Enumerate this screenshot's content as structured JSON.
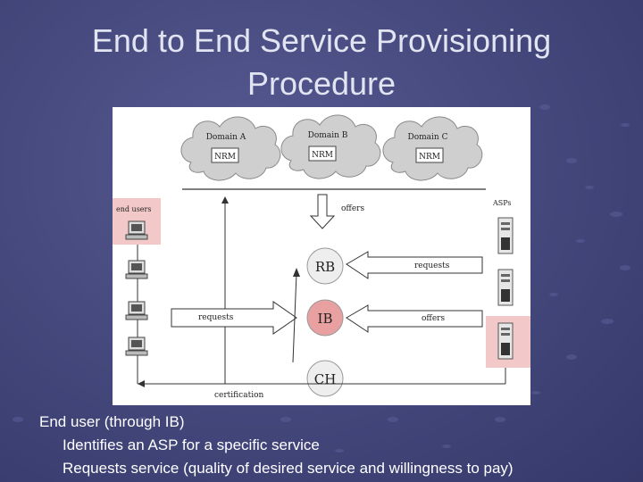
{
  "slide": {
    "title_line1": "End to End Service Provisioning",
    "title_line2": "Procedure"
  },
  "diagram": {
    "domains": [
      {
        "name": "Domain A",
        "nrm": "NRM"
      },
      {
        "name": "Domain B",
        "nrm": "NRM"
      },
      {
        "name": "Domain C",
        "nrm": "NRM"
      }
    ],
    "nodes": {
      "rb": "RB",
      "ib": "IB",
      "ch": "CH"
    },
    "labels": {
      "end_users": "end users",
      "asps": "ASPs",
      "offers_top": "offers",
      "requests_right": "requests",
      "requests_left": "requests",
      "offers_right": "offers",
      "certification": "certification"
    },
    "colors": {
      "highlight": "#f2c8c8",
      "ib_fill": "#e8a0a0",
      "node_fill": "#eeeeee"
    }
  },
  "bullets": {
    "main": "End user (through IB)",
    "sub1": "Identifies an ASP for a specific service",
    "sub2": "Requests service (quality of desired service and willingness to pay)"
  }
}
